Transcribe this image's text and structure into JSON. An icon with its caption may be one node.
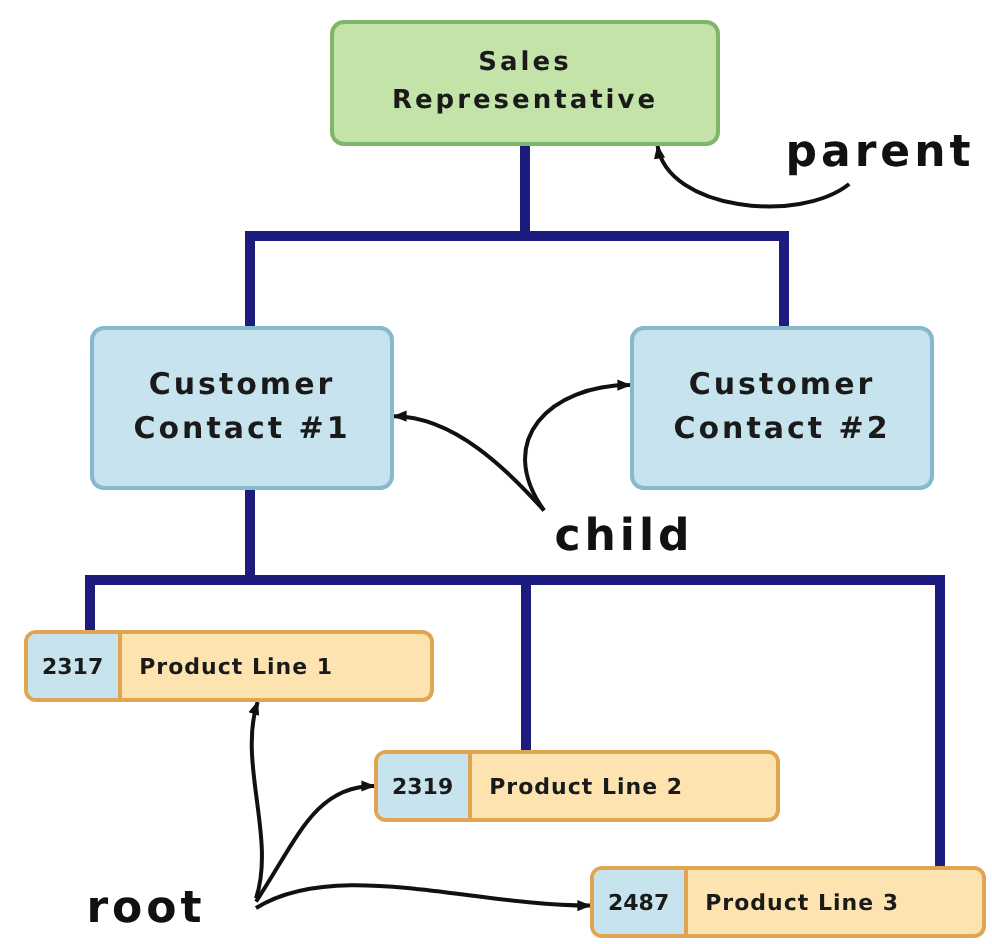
{
  "diagram": {
    "nodes": [
      {
        "text": [
          "Sales Representative"
        ]
      },
      {
        "text": [
          "Customer Contact #1"
        ]
      },
      {
        "text": [
          "Customer Contact #2"
        ]
      },
      {
        "text": [
          "2317",
          "Product Line 1"
        ]
      },
      {
        "text": [
          "2319",
          "Product Line 2"
        ]
      },
      {
        "text": [
          "2487",
          "Product Line 3"
        ]
      },
      {
        "text": [
          "parent"
        ]
      },
      {
        "text": [
          "child"
        ]
      },
      {
        "text": [
          "root"
        ]
      }
    ],
    "edges": [
      {
        "from": 0,
        "to": 1,
        "arrow": "none",
        "style": "thick",
        "color": "#1c1c7e"
      },
      {
        "from": 0,
        "to": 2,
        "arrow": "none",
        "style": "thick",
        "color": "#1c1c7e"
      },
      {
        "from": 1,
        "to": 3,
        "arrow": "none",
        "style": "thick",
        "color": "#1c1c7e"
      },
      {
        "from": 1,
        "to": 4,
        "arrow": "none",
        "style": "thick",
        "color": "#1c1c7e"
      },
      {
        "from": 1,
        "to": 5,
        "arrow": "none",
        "style": "thick",
        "color": "#1c1c7e"
      },
      {
        "from": 6,
        "to": 0,
        "arrow": "to"
      },
      {
        "from": 7,
        "to": 1,
        "arrow": "to"
      },
      {
        "from": 7,
        "to": 2,
        "arrow": "to"
      },
      {
        "from": 8,
        "to": 3,
        "arrow": "to"
      },
      {
        "from": 8,
        "to": 4,
        "arrow": "to"
      },
      {
        "from": 8,
        "to": 5,
        "arrow": "to"
      }
    ]
  }
}
